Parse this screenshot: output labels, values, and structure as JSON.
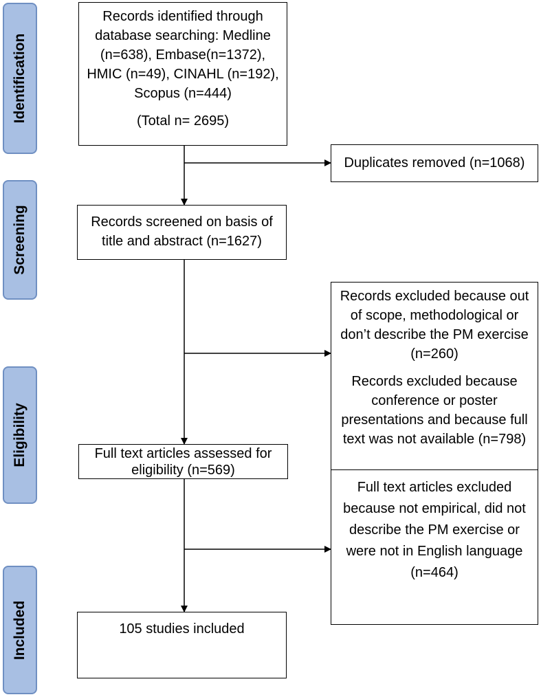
{
  "stages": {
    "identification": "Identification",
    "screening": "Screening",
    "eligibility": "Eligibility",
    "included": "Included"
  },
  "boxes": {
    "identified": {
      "text": "Records identified through database searching: Medline (n=638), Embase(n=1372), HMIC (n=49), CINAHL (n=192), Scopus (n=444)",
      "total": "(Total n= 2695)"
    },
    "duplicates": "Duplicates removed (n=1068)",
    "screened": "Records screened on basis of title and abstract (n=1627)",
    "excluded_scope": "Records excluded because out of scope, methodological or don’t describe the PM exercise (n=260)",
    "excluded_conference": "Records excluded because conference or poster presentations and because full text was not available (n=798)",
    "fulltext": "Full text articles assessed for eligibility (n=569)",
    "fulltext_excluded": "Full text articles excluded because not empirical, did not describe the PM exercise or were not in English language (n=464)",
    "included": "105 studies included"
  }
}
